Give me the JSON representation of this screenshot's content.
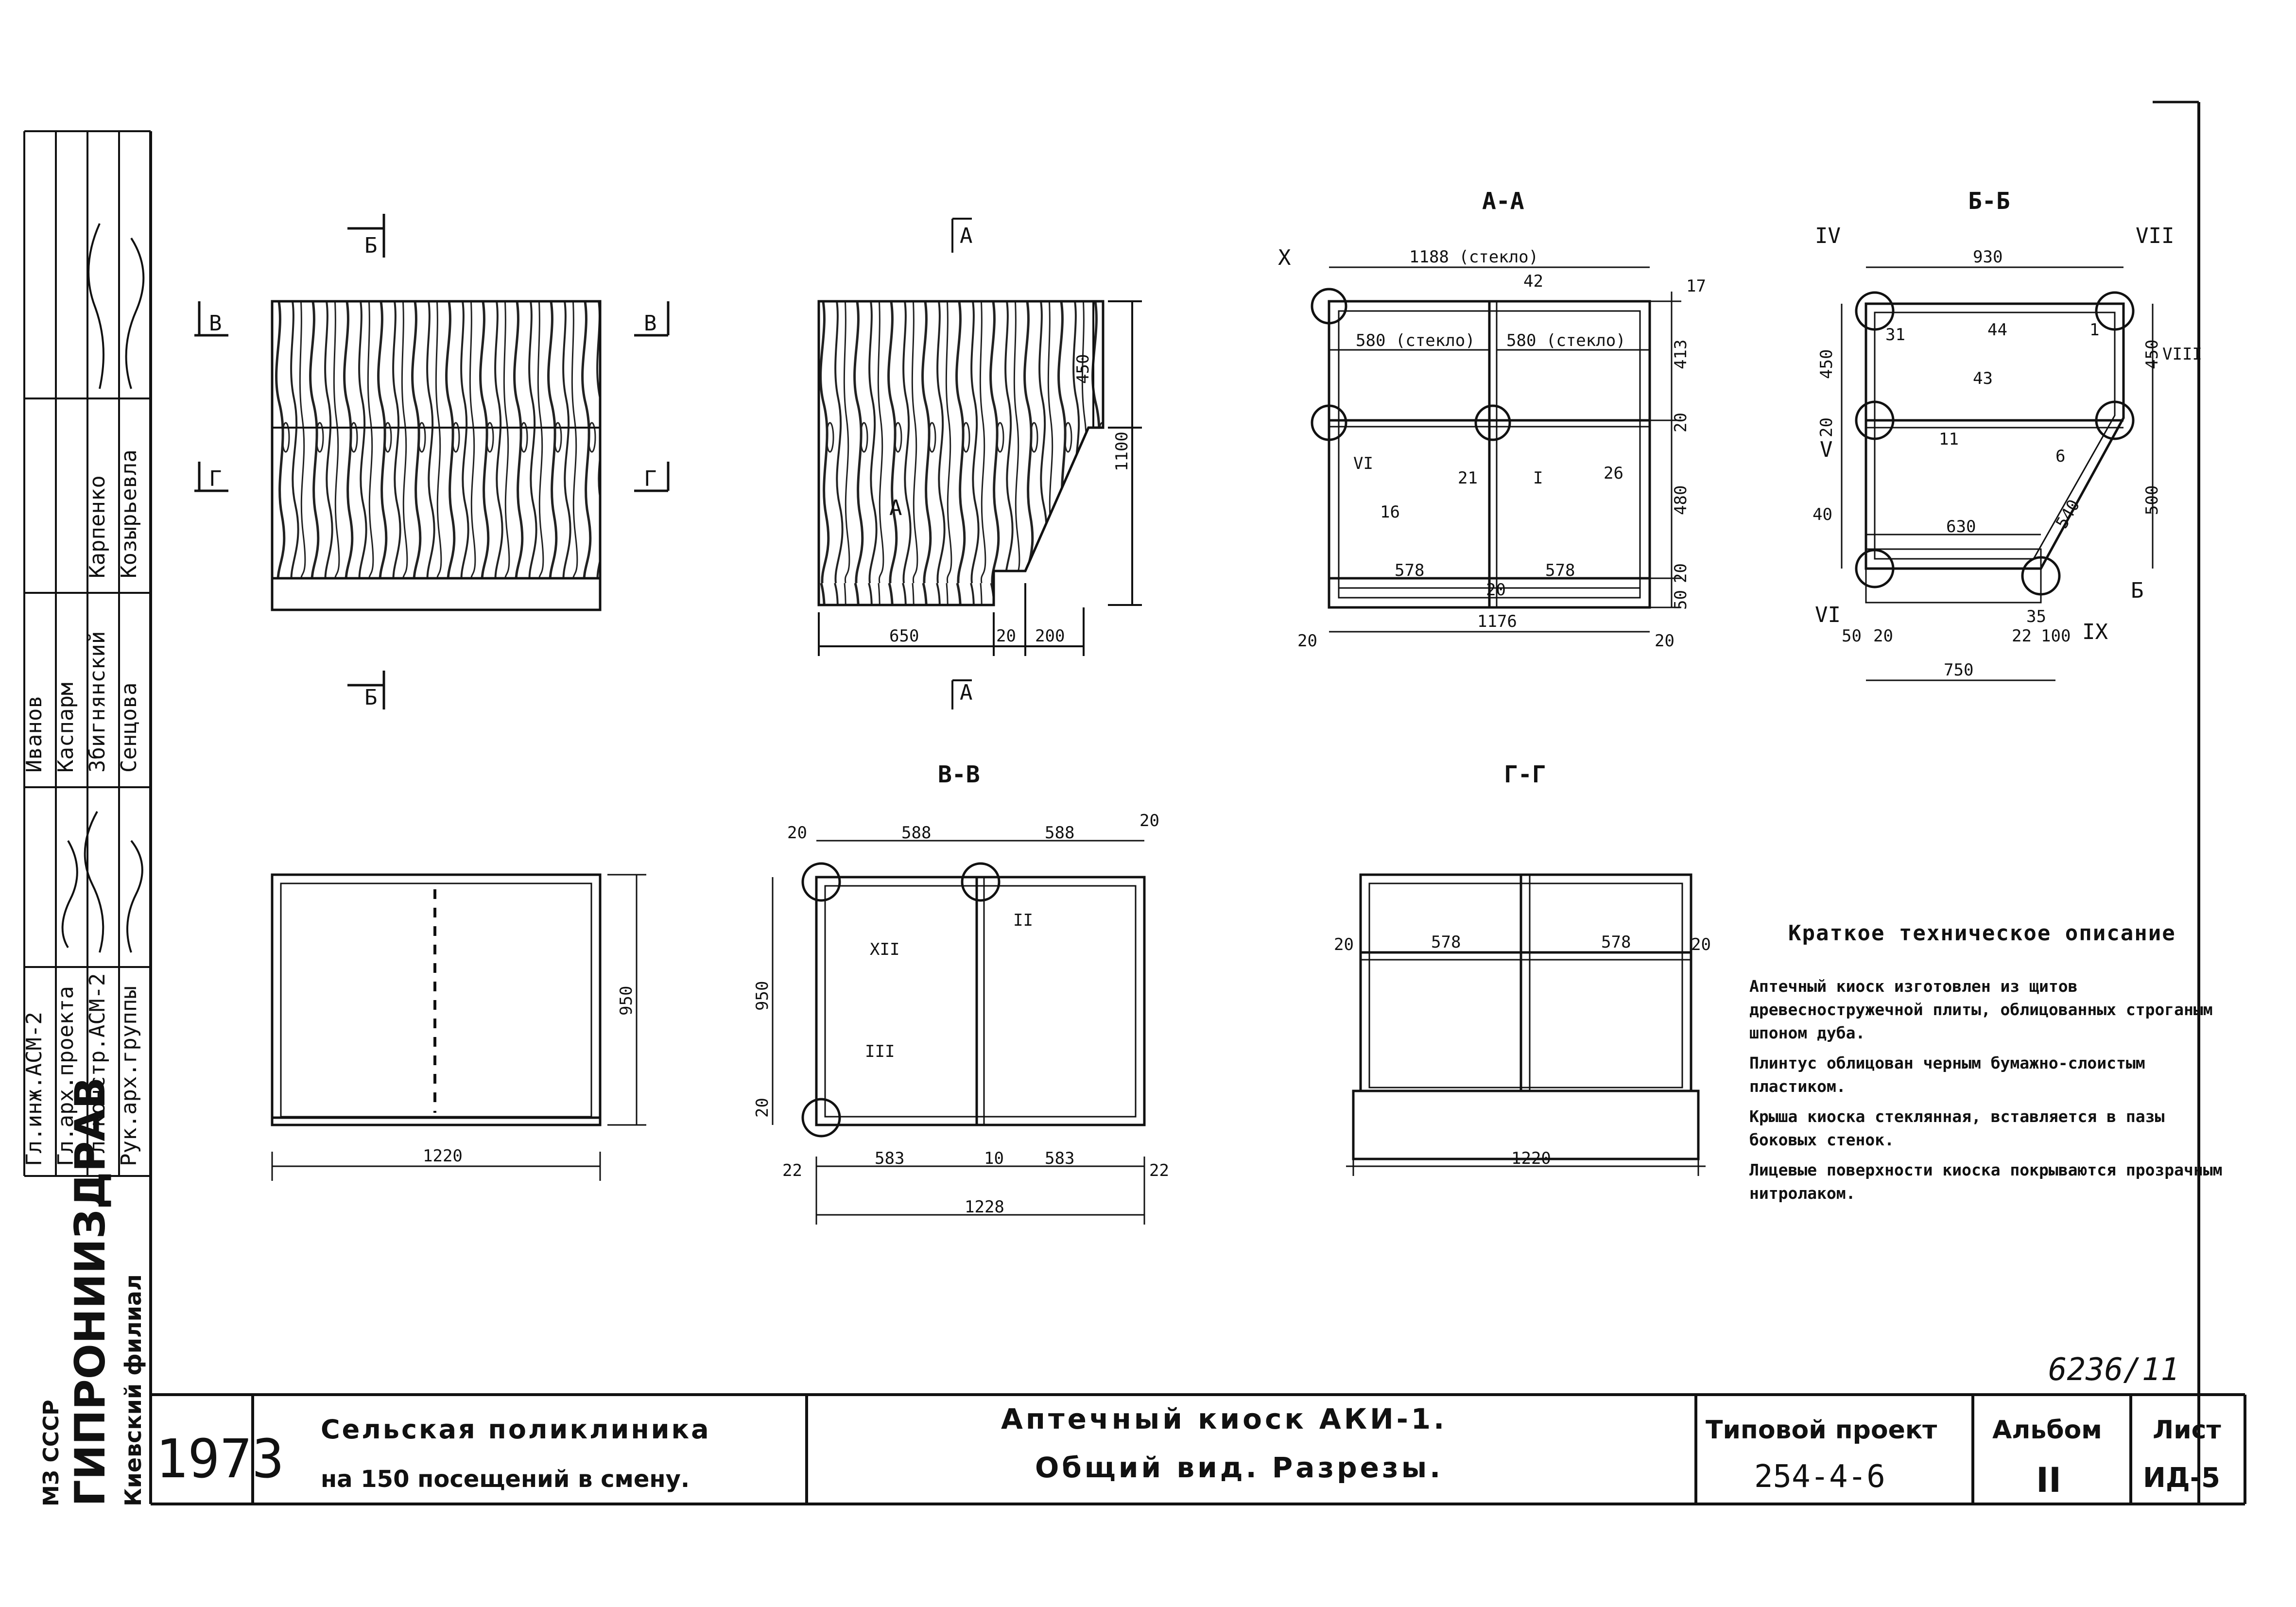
{
  "stamp": {
    "org_line1": "МЗ СССР",
    "org_line2": "ГИПРОНИИЗДРАВ",
    "org_line3": "Киевский филиал",
    "roles": [
      "Рук.арх.группы",
      "Гл.констр.АСМ-2",
      "Гл.арх.проекта",
      "Гл.инж.АСМ-2"
    ],
    "names": [
      "Сенцова",
      "Збигнянский",
      "Каспарм",
      "Иванов"
    ],
    "right_names": [
      "Козырьевла",
      "Карпенко"
    ]
  },
  "drawings": {
    "view_front": {
      "cut_b_top": "Б",
      "cut_b_bottom": "Б",
      "cut_v_left": "В",
      "cut_v_right": "В",
      "cut_g_left": "Г",
      "cut_g_right": "Г"
    },
    "view_side": {
      "cut_a_top": "А",
      "cut_a_bottom": "А",
      "dim_450": "450",
      "dim_1100": "1100",
      "dim_650": "650",
      "dim_20": "20",
      "dim_200": "200",
      "mark_a": "А"
    },
    "section_aa": {
      "title": "А-А",
      "glass_total": "1188 (стекло)",
      "glass_left": "580 (стекло)",
      "glass_right": "580 (стекло)",
      "d17": "17",
      "d413": "413",
      "d20a": "20",
      "d480": "480",
      "d20b": "20",
      "d50": "50",
      "w578a": "578",
      "w20": "20",
      "w578b": "578",
      "w20l": "20",
      "w1176": "1176",
      "w20r": "20",
      "p42": "42",
      "p21": "21",
      "p26": "26",
      "p16": "16",
      "node_x": "X",
      "node_vi": "VI",
      "node_i": "I"
    },
    "section_bb": {
      "title": "Б-Б",
      "d930": "930",
      "d450a": "450",
      "d450b": "450",
      "d20": "20",
      "d540": "540",
      "d500": "500",
      "d630": "630",
      "d50": "50",
      "d20b": "20",
      "d22": "22",
      "d100": "100",
      "d750": "750",
      "p31": "31",
      "p44": "44",
      "p1": "1",
      "p43": "43",
      "p11": "11",
      "p6": "6",
      "p40": "40",
      "p35": "35",
      "n_iv": "IV",
      "n_vii": "VII",
      "n_viii": "VIII",
      "n_v": "V",
      "n_vi": "VI",
      "n_ix": "IX",
      "n_b": "Б"
    },
    "section_vv": {
      "title": "В-В",
      "d20a": "20",
      "d588a": "588",
      "d588b": "588",
      "d20b": "20",
      "d950": "950",
      "d20c": "20",
      "d22a": "22",
      "d583a": "583",
      "d10": "10",
      "d583b": "583",
      "d22b": "22",
      "d1228": "1228",
      "n_xii": "XII",
      "n_ii": "II",
      "n_iii": "III"
    },
    "section_gg": {
      "title": "Г-Г",
      "d20a": "20",
      "d578a": "578",
      "d578b": "578",
      "d20b": "20",
      "d1220": "1220"
    },
    "view_back": {
      "d1220": "1220",
      "d950": "950"
    }
  },
  "description": {
    "heading": "Краткое техническое описание",
    "paragraphs": [
      "Аптечный киоск изготовлен из щитов древесностружечной плиты, облицованных строганым шпоном дуба.",
      "Плинтус облицован черным бумажно-слоистым пластиком.",
      "Крыша киоска стеклянная, вставляется в пазы боковых стенок.",
      "Лицевые поверхности киоска покрываются прозрачным нитролаком."
    ]
  },
  "sheet_code": "6236/11",
  "title_block": {
    "year": "1973",
    "project_line1": "Сельская поликлиника",
    "project_line2": "на 150 посещений в смену.",
    "drawing_line1": "Аптечный киоск АКИ-1.",
    "drawing_line2": "Общий вид. Разрезы.",
    "typical_label": "Типовой проект",
    "typical_value": "254-4-6",
    "album_label": "Альбом",
    "album_value": "II",
    "sheet_label": "Лист",
    "sheet_value": "ИД-5"
  }
}
